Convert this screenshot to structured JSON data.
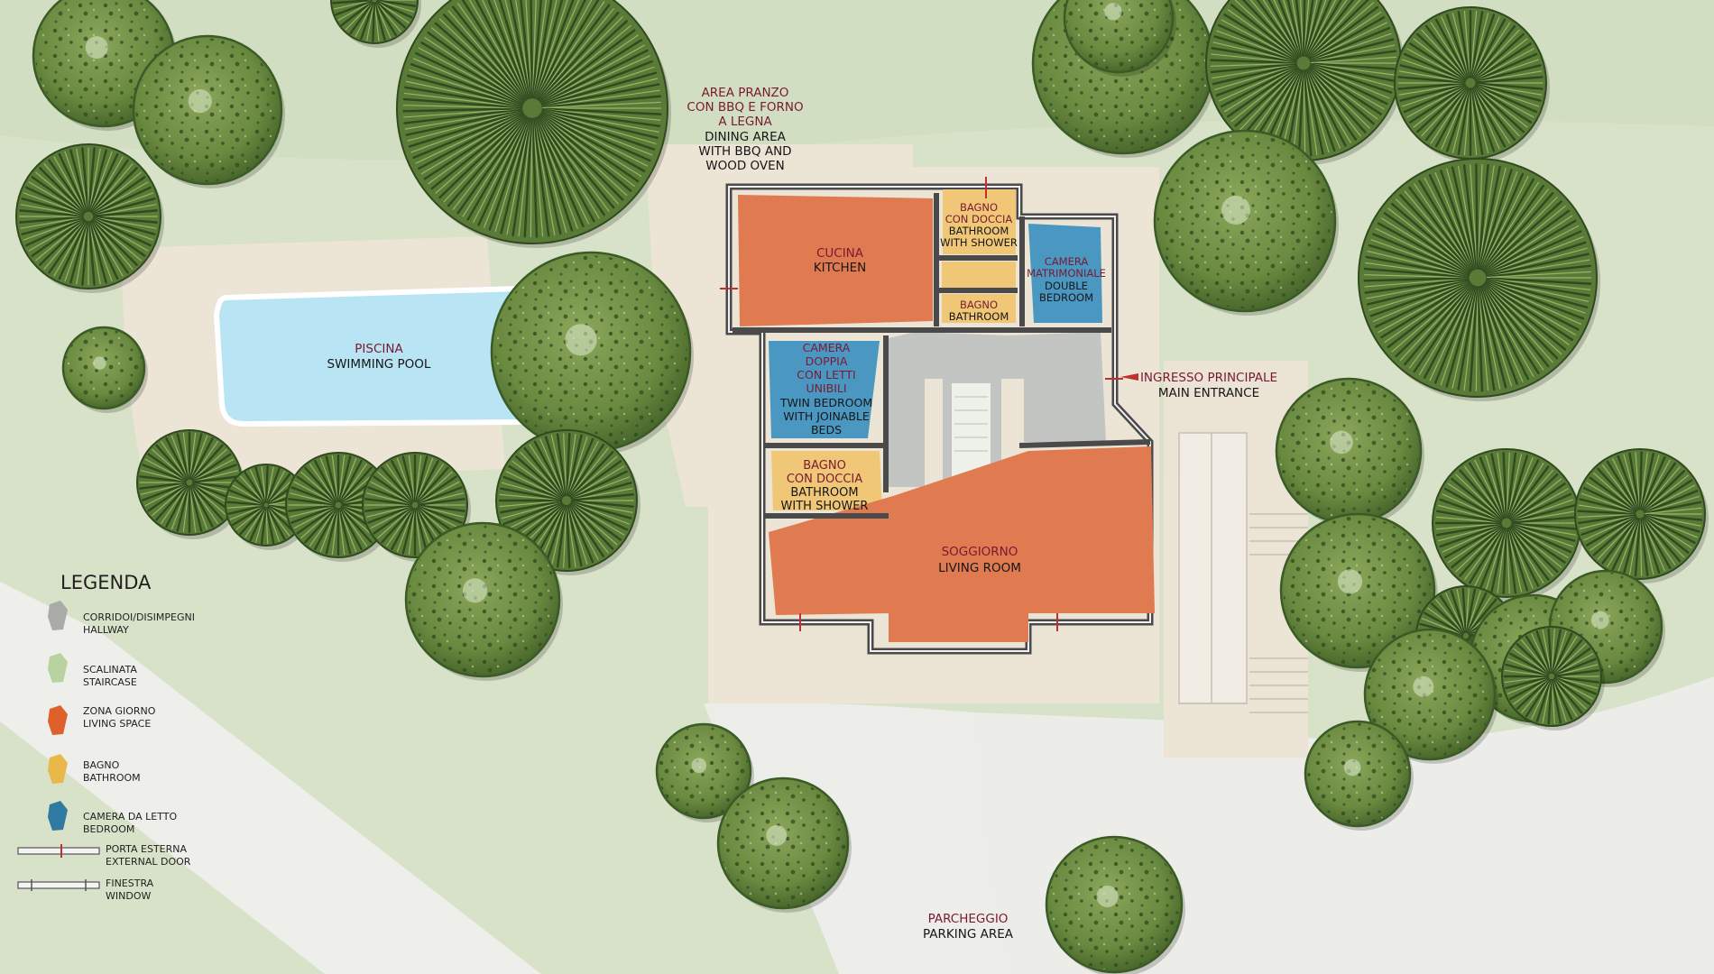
{
  "rooms": {
    "dining": {
      "it": [
        "AREA PRANZO",
        "CON BBQ E FORNO",
        "A LEGNA"
      ],
      "en": [
        "DINING AREA",
        "WITH BBQ AND",
        "WOOD OVEN"
      ]
    },
    "kitchen": {
      "it": [
        "CUCINA"
      ],
      "en": [
        "KITCHEN"
      ]
    },
    "bath_shower_top": {
      "it": [
        "BAGNO",
        "CON DOCCIA"
      ],
      "en": [
        "BATHROOM",
        "WITH SHOWER"
      ]
    },
    "bath_small": {
      "it": [
        "BAGNO"
      ],
      "en": [
        "BATHROOM"
      ]
    },
    "double_bedroom": {
      "it": [
        "CAMERA",
        "MATRIMONIALE"
      ],
      "en": [
        "DOUBLE",
        "BEDROOM"
      ]
    },
    "pool": {
      "it": [
        "PISCINA"
      ],
      "en": [
        "SWIMMING POOL"
      ]
    },
    "twin_bedroom": {
      "it": [
        "CAMERA",
        "DOPPIA",
        "CON LETTI",
        "UNIBILI"
      ],
      "en": [
        "TWIN BEDROOM",
        "WITH JOINABLE",
        "BEDS"
      ]
    },
    "bath_shower_low": {
      "it": [
        "BAGNO",
        "CON DOCCIA"
      ],
      "en": [
        "BATHROOM",
        "WITH SHOWER"
      ]
    },
    "living": {
      "it": [
        "SOGGIORNO"
      ],
      "en": [
        "LIVING ROOM"
      ]
    },
    "entrance": {
      "it": [
        "INGRESSO PRINCIPALE"
      ],
      "en": [
        "MAIN ENTRANCE"
      ]
    },
    "parking": {
      "it": [
        "PARCHEGGIO"
      ],
      "en": [
        "PARKING AREA"
      ]
    }
  },
  "legend": {
    "title": "LEGENDA",
    "items": [
      {
        "it": "CORRIDOI/DISIMPEGNI",
        "en": "HALLWAY",
        "color": "#a9aba9"
      },
      {
        "it": "SCALINATA",
        "en": "STAIRCASE",
        "color": "#b8d2a0"
      },
      {
        "it": "ZONA GIORNO",
        "en": "LIVING SPACE",
        "color": "#e0602c"
      },
      {
        "it": "BAGNO",
        "en": "BATHROOM",
        "color": "#e8b94a"
      },
      {
        "it": "CAMERA DA LETTO",
        "en": "BEDROOM",
        "color": "#2f79a3"
      },
      {
        "it": "PORTA ESTERNA",
        "en": "EXTERNAL DOOR",
        "symbol": "door"
      },
      {
        "it": "FINESTRA",
        "en": "WINDOW",
        "symbol": "window"
      }
    ]
  },
  "colors": {
    "grass": "#d8e2c8",
    "path": "#eeeeea",
    "terrace": "#ece4d5",
    "pool": "#b8e4f4",
    "living": "#e07a50",
    "bath": "#f0c777",
    "bedroom": "#4a98c2",
    "hallway": "#c2c5c2",
    "stair": "#eef0ea",
    "tree_light": "#78944a",
    "tree_dark": "#3a5a26",
    "italian_text": "#7a1a32",
    "english_text": "#161616"
  }
}
